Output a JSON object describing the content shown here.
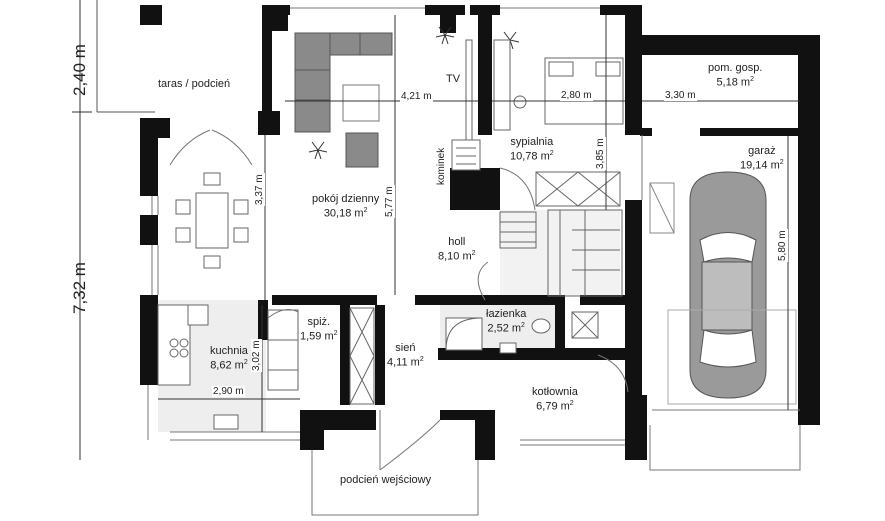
{
  "outer_dimensions": {
    "top": "2,40 m",
    "middle": "7,32 m"
  },
  "rooms": {
    "taras": {
      "name": "taras / podcień"
    },
    "pokoj": {
      "name": "pokój dzienny",
      "area": "30,18 m",
      "unit_sup": "2"
    },
    "sypialnia": {
      "name": "sypialnia",
      "area": "10,78 m",
      "unit_sup": "2"
    },
    "pom_gosp": {
      "name": "pom. gosp.",
      "area": "5,18 m",
      "unit_sup": "2"
    },
    "garaz": {
      "name": "garaż",
      "area": "19,14 m",
      "unit_sup": "2"
    },
    "holl": {
      "name": "holl",
      "area": "8,10 m",
      "unit_sup": "2"
    },
    "lazienka": {
      "name": "łazienka",
      "area": "2,52 m",
      "unit_sup": "2"
    },
    "kuchnia": {
      "name": "kuchnia",
      "area": "8,62 m",
      "unit_sup": "2"
    },
    "spiz": {
      "name": "spiż.",
      "area": "1,59 m",
      "unit_sup": "2"
    },
    "sien": {
      "name": "sień",
      "area": "4,11 m",
      "unit_sup": "2"
    },
    "kotlownia": {
      "name": "kotłownia",
      "area": "6,79 m",
      "unit_sup": "2"
    },
    "podcien": {
      "name": "podcień wejściowy"
    }
  },
  "labels": {
    "tv": "TV",
    "kominek": "kominek"
  },
  "dimensions": {
    "w421": "4,21 m",
    "w280": "2,80 m",
    "w330": "3,30 m",
    "w290": "2,90 m",
    "h337": "3,37 m",
    "h577": "5,77 m",
    "h385": "3,85 m",
    "h302": "3,02 m",
    "h580": "5,80 m"
  }
}
